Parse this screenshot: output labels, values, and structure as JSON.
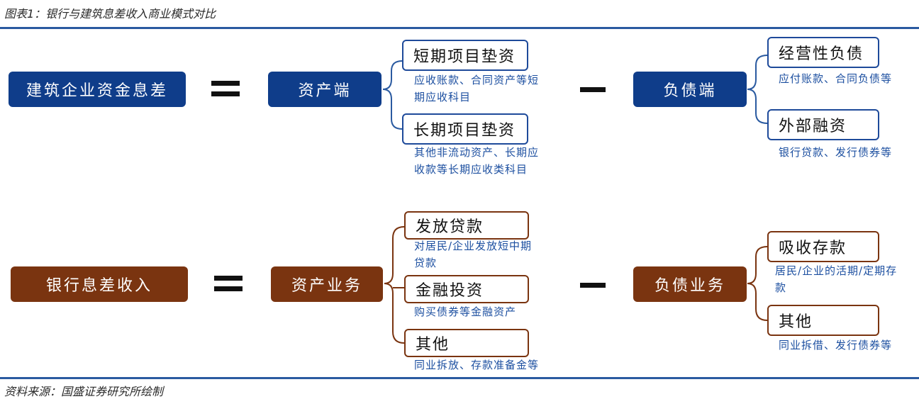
{
  "header": {
    "title": "图表1：银行与建筑息差收入商业模式对比"
  },
  "source": {
    "text": "资料来源：国盛证券研究所绘制"
  },
  "rows": {
    "construction": {
      "main_label": "建筑企业资金息差",
      "assets": {
        "label": "资产端",
        "items": [
          {
            "title": "短期项目垫资",
            "desc": [
              "应收账款、合同资产等短",
              "期应收科目"
            ]
          },
          {
            "title": "长期项目垫资",
            "desc": [
              "其他非流动资产、长期应",
              "收款等长期应收类科目"
            ]
          }
        ]
      },
      "liabilities": {
        "label": "负债端",
        "items": [
          {
            "title": "经营性负债",
            "desc": [
              "应付账款、合同负债等"
            ]
          },
          {
            "title": "外部融资",
            "desc": [
              "银行贷款、发行债券等"
            ]
          }
        ]
      }
    },
    "bank": {
      "main_label": "银行息差收入",
      "assets": {
        "label": "资产业务",
        "items": [
          {
            "title": "发放贷款",
            "desc": [
              "对居民/企业发放短中期",
              "贷款"
            ]
          },
          {
            "title": "金融投资",
            "desc": [
              "购买债券等金融资产"
            ]
          },
          {
            "title": "其他",
            "desc": [
              "同业拆放、存款准备金等"
            ]
          }
        ]
      },
      "liabilities": {
        "label": "负债业务",
        "items": [
          {
            "title": "吸收存款",
            "desc": [
              "居民/企业的活期/定期存",
              "款"
            ]
          },
          {
            "title": "其他",
            "desc": [
              "同业拆借、发行债券等"
            ]
          }
        ]
      }
    }
  }
}
